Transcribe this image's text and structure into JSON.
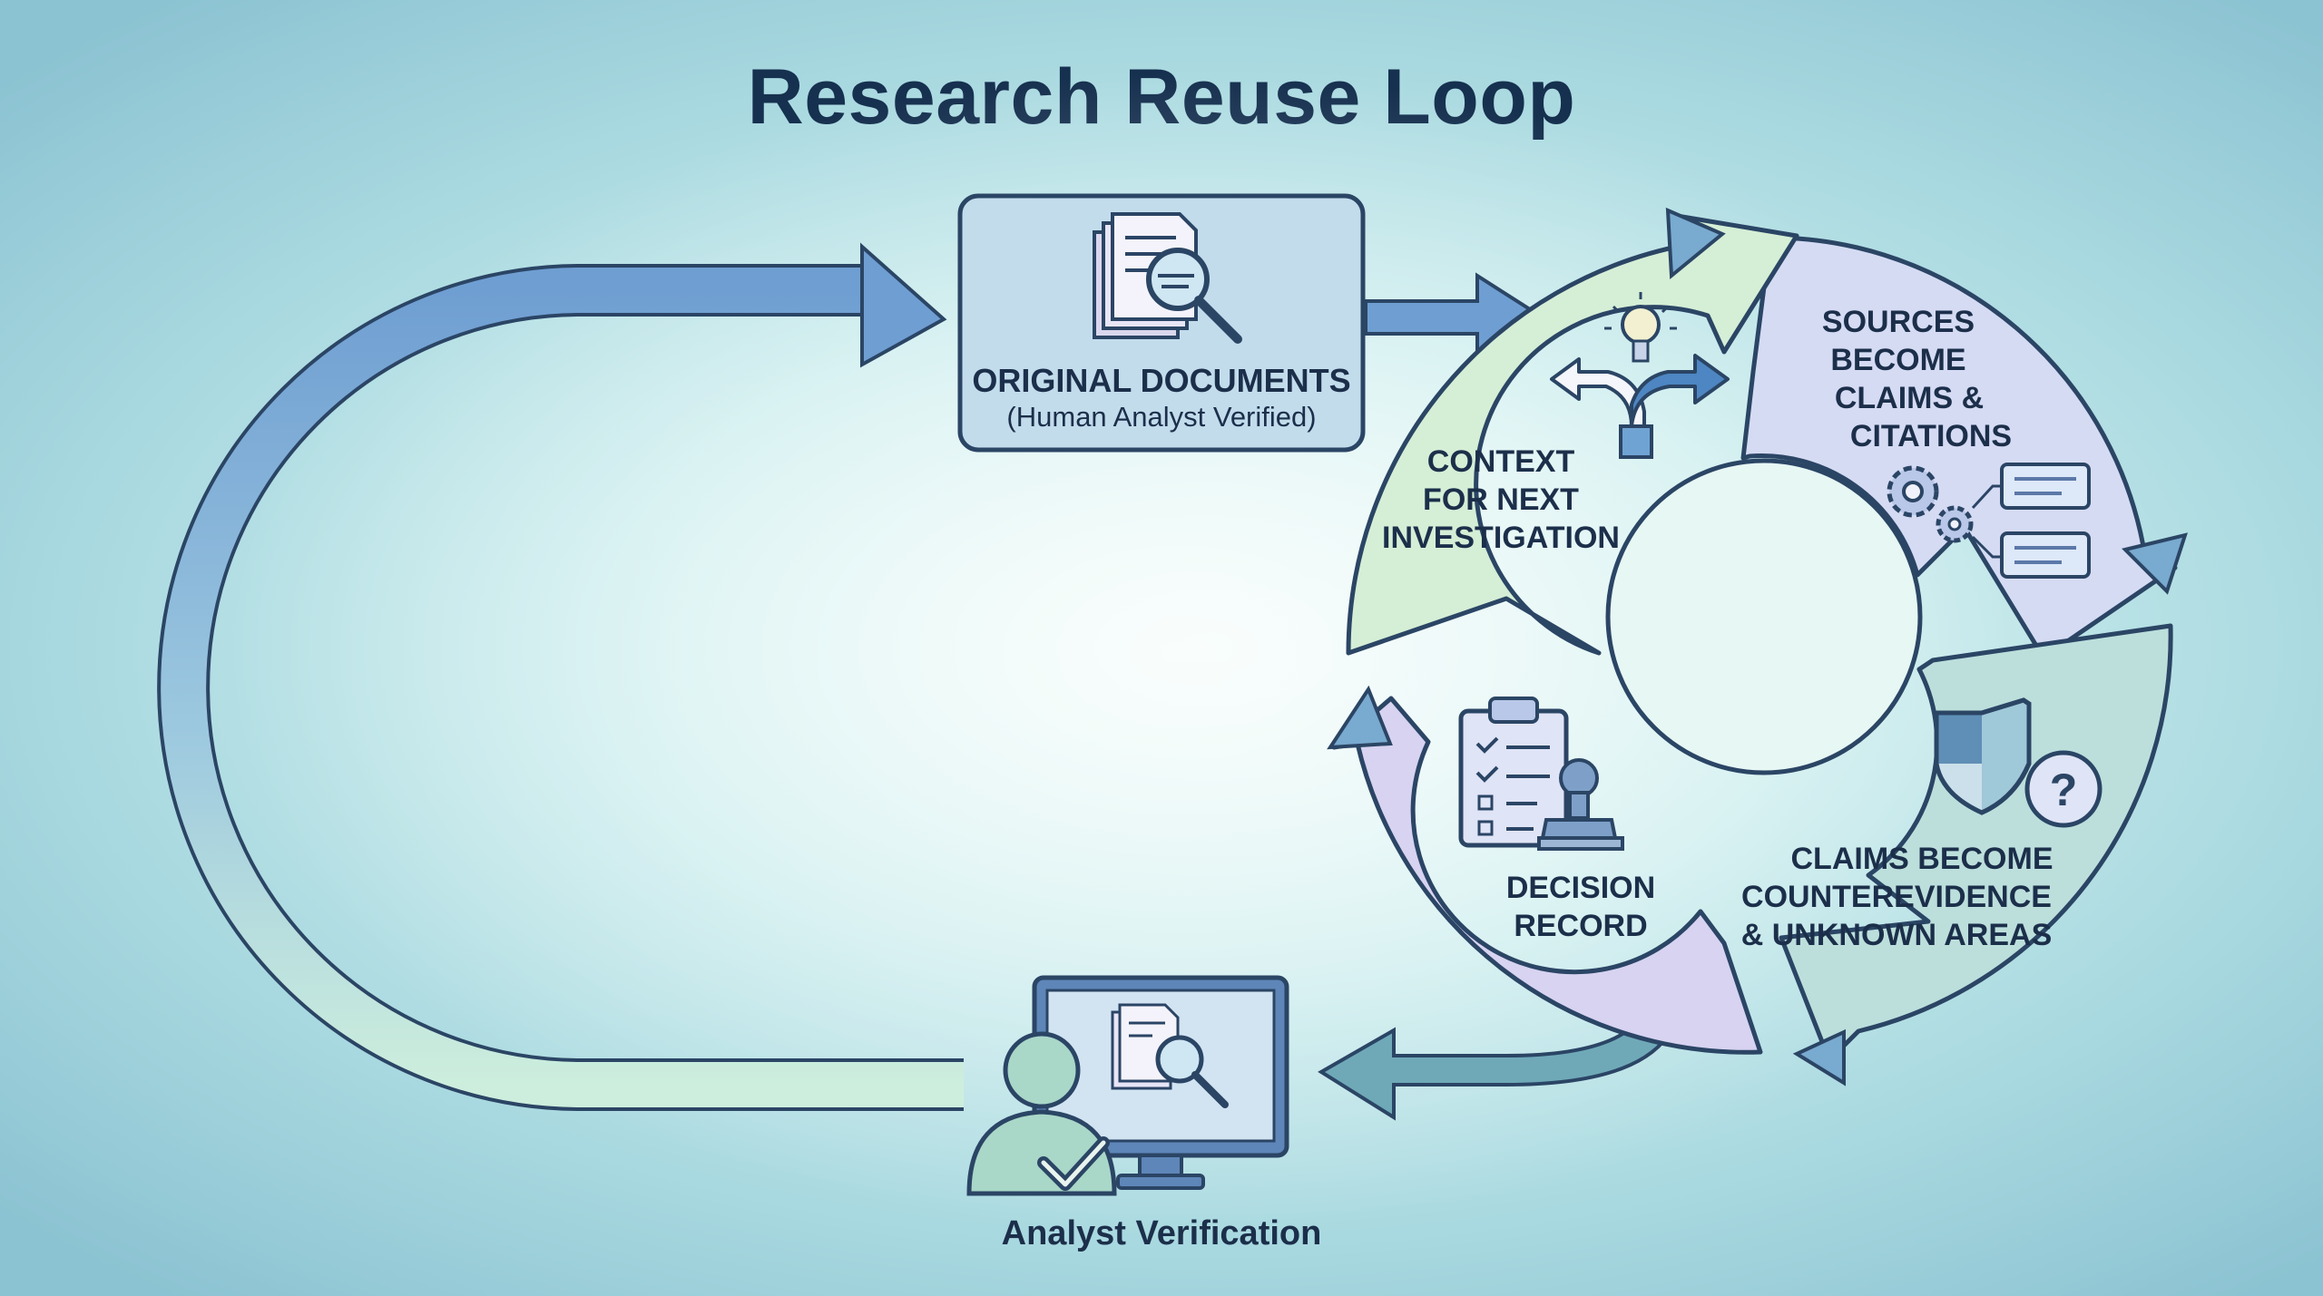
{
  "title": "Research Reuse Loop",
  "original_documents": {
    "heading": "ORIGINAL DOCUMENTS",
    "subheading": "(Human Analyst Verified)",
    "icon": "document-magnifier-icon"
  },
  "cycle": {
    "sources": {
      "lines": [
        "SOURCES",
        "BECOME",
        "CLAIMS &",
        "CITATIONS"
      ],
      "icon": "gears-and-cards-icon"
    },
    "claims": {
      "lines": [
        "CLAIMS BECOME",
        "COUNTEREVIDENCE",
        "& UNKNOWN AREAS"
      ],
      "icon": "shield-question-icon"
    },
    "decision": {
      "lines": [
        "DECISION",
        "RECORD"
      ],
      "icon": "clipboard-stamp-icon"
    },
    "context": {
      "lines": [
        "CONTEXT",
        "FOR NEXT",
        "INVESTIGATION"
      ],
      "icon": "lightbulb-fork-icon"
    }
  },
  "analyst_verification": {
    "label": "Analyst Verification",
    "icon": "analyst-monitor-check-icon"
  },
  "colors": {
    "title": "#16304f",
    "sources_segment": "#d5dbf3",
    "claims_segment": "#bcdfdc",
    "decision_segment": "#d7d3f1",
    "context_segment": "#d5eed6",
    "outline": "#2b4565",
    "loop_arrow_top": "#79a6d6",
    "loop_arrow_bottom": "#c9ecd9"
  }
}
